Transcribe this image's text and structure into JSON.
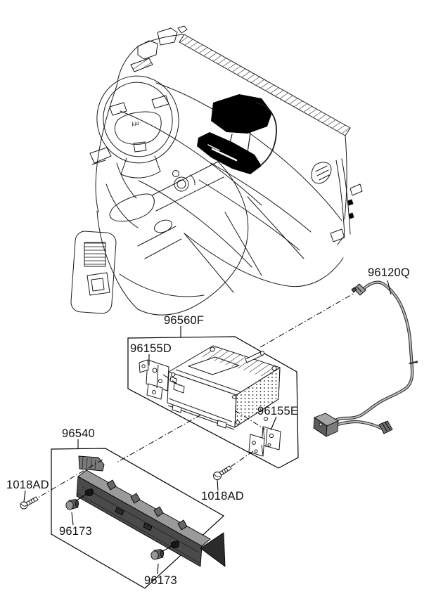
{
  "page": {
    "background": "#ffffff"
  },
  "labels": {
    "cable": "96120Q",
    "unit_assembly": "96560F",
    "bracket_left": "96155D",
    "bracket_right": "96155E",
    "trim_panel": "96540",
    "screw_left": "1018AD",
    "screw_center": "1018AD",
    "knob_upper": "96173",
    "knob_lower": "96173"
  },
  "steering_wheel_logo": "kia",
  "colors": {
    "line": "#1a1a1a",
    "black_fill": "#000000",
    "panel_front": "#4a4a4a",
    "panel_top": "#9a9a9a",
    "panel_flap": "#2b2b2b",
    "knob_face": "#969696",
    "cable_core": "#c0c0c0",
    "cable_outline": "#2f2f2f",
    "module_top": "#a5a5a5",
    "module_front": "#5c5c5c",
    "module_side": "#7d7d7d"
  }
}
